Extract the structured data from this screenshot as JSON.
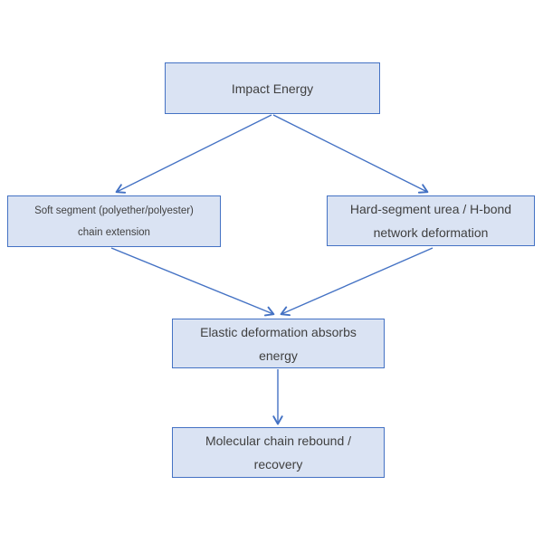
{
  "diagram": {
    "type": "flowchart",
    "background": "#ffffff",
    "colors": {
      "box_fill": "#dae3f3",
      "box_border": "#4472c4",
      "arrow": "#4472c4",
      "text": "#404040"
    },
    "nodes": {
      "impact": {
        "line1": "Impact Energy",
        "line2": ""
      },
      "soft": {
        "line1": "Soft segment (polyether/polyester)",
        "line2": "chain extension"
      },
      "hard": {
        "line1": "Hard-segment urea / H-bond",
        "line2": "network deformation"
      },
      "elastic": {
        "line1": "Elastic deformation absorbs",
        "line2": "energy"
      },
      "rebound": {
        "line1": "Molecular chain rebound /",
        "line2": "recovery"
      }
    },
    "edges": [
      {
        "from": "impact",
        "to": "soft"
      },
      {
        "from": "impact",
        "to": "hard"
      },
      {
        "from": "soft",
        "to": "elastic"
      },
      {
        "from": "hard",
        "to": "elastic"
      },
      {
        "from": "elastic",
        "to": "rebound"
      }
    ]
  }
}
